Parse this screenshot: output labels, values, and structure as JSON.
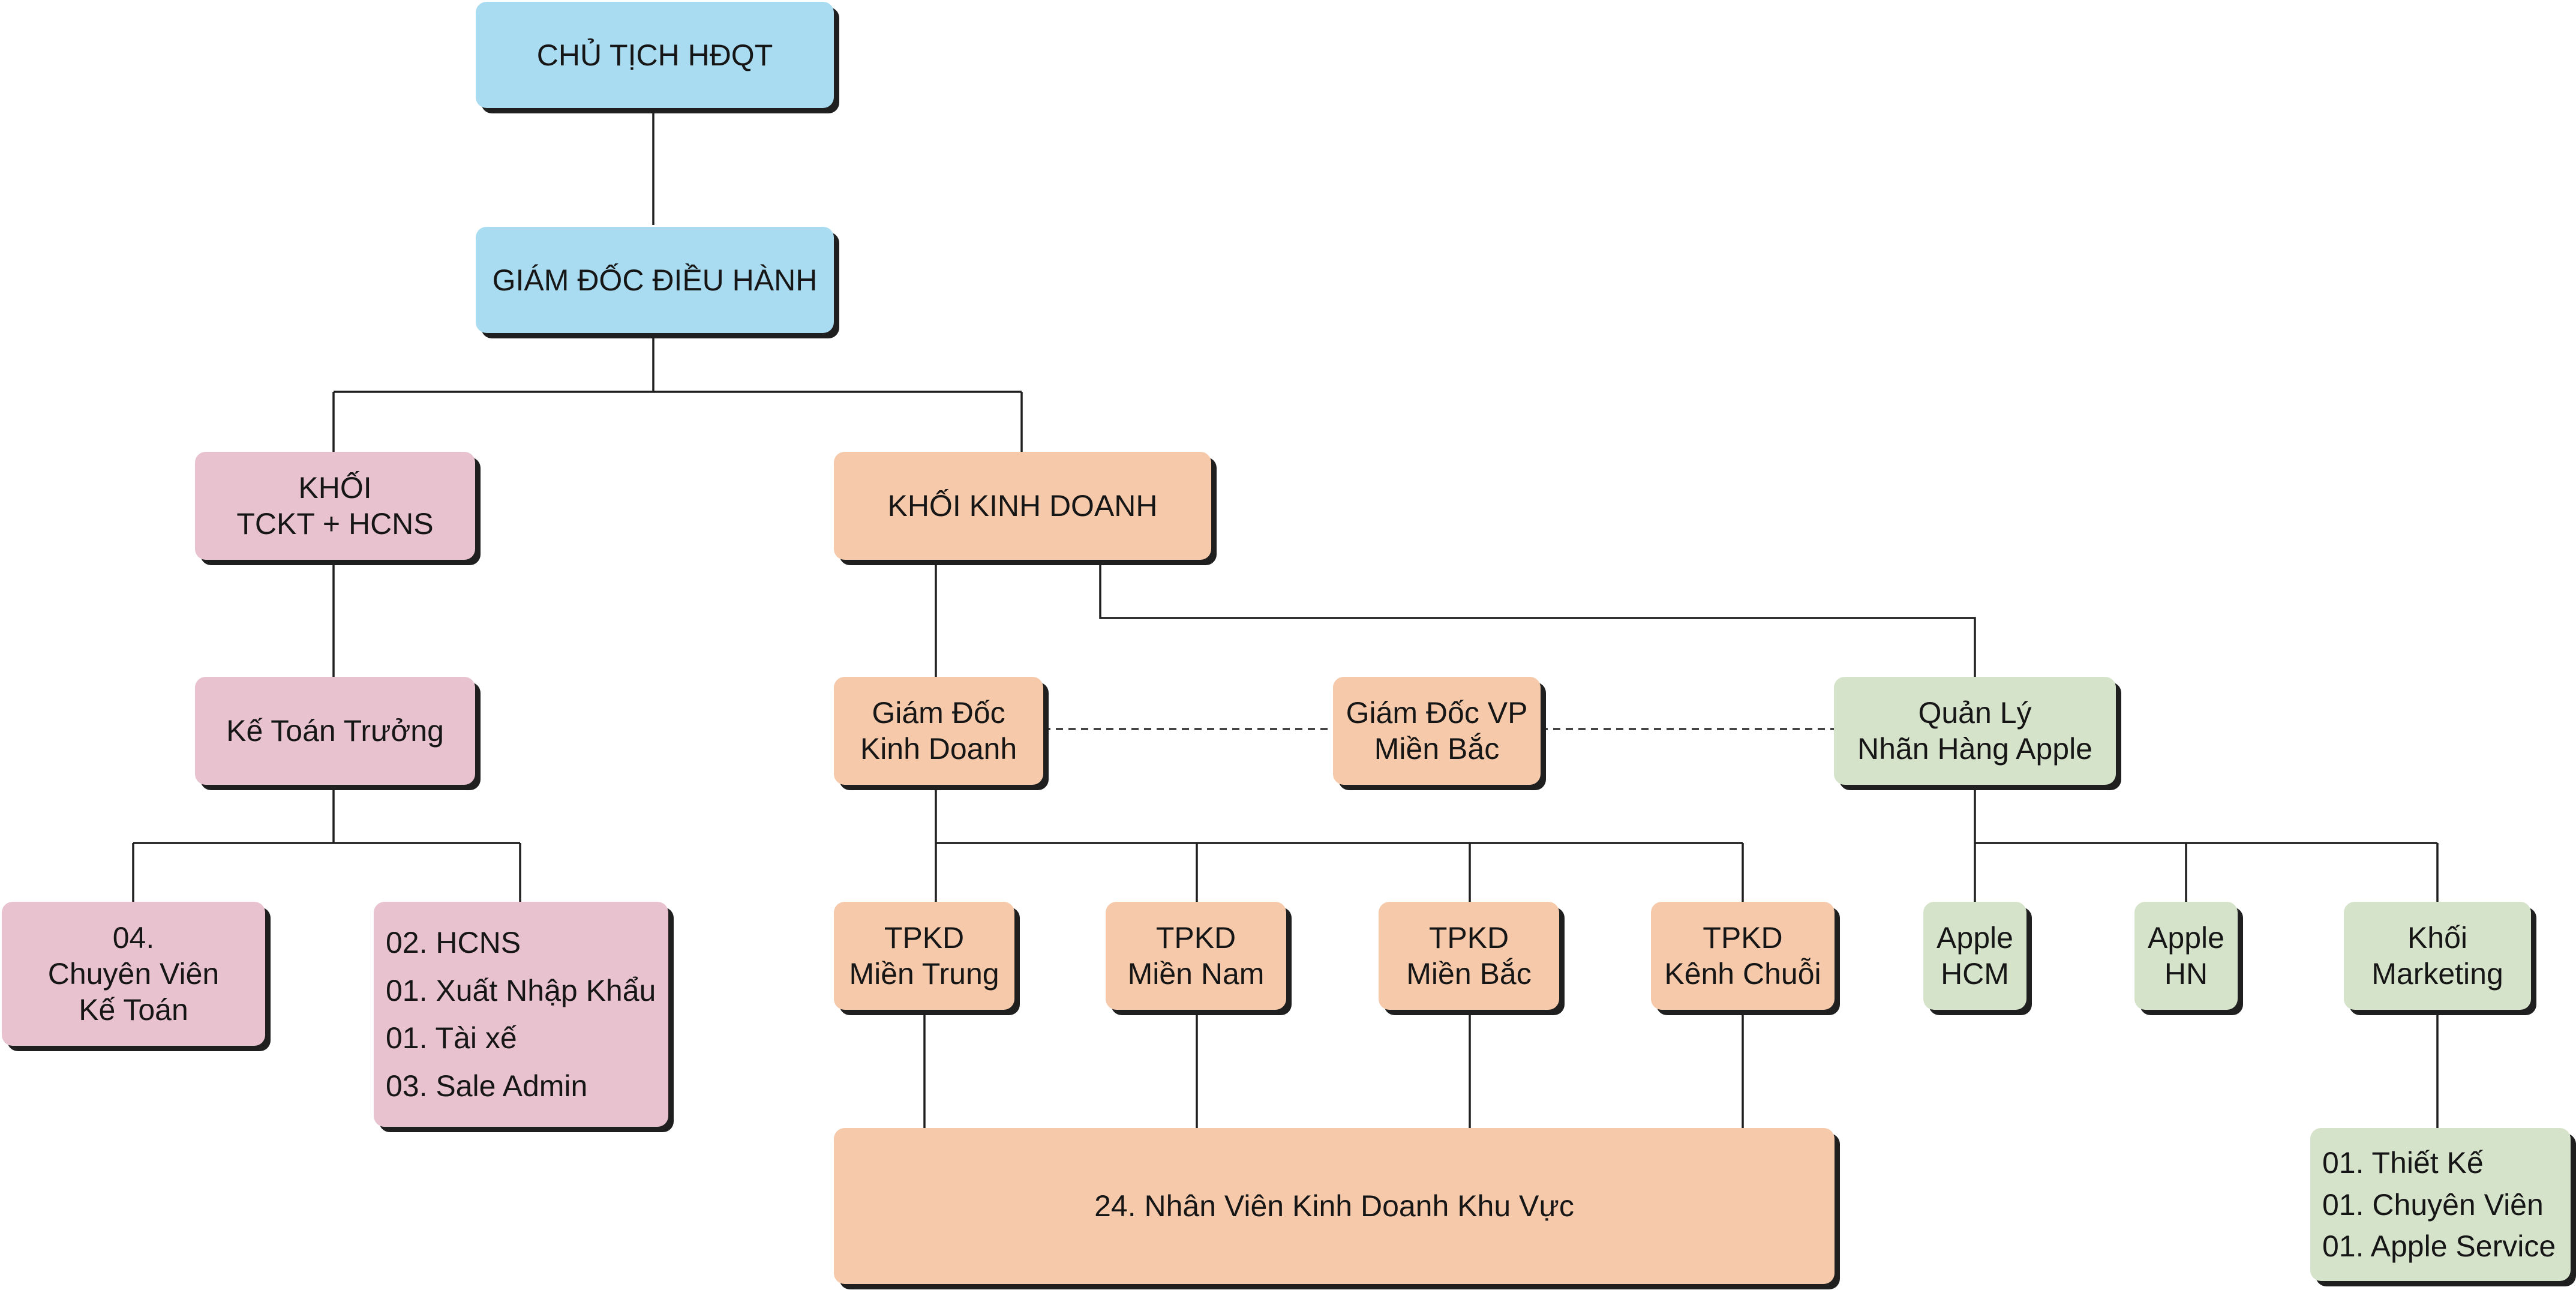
{
  "colors": {
    "blue": "#a9dcf0",
    "pink": "#e8c2ce",
    "orange": "#f6c9aa",
    "green": "#d6e3cb",
    "line": "#1f1f1f",
    "shadow": "#1f1f1f"
  },
  "nodes": {
    "chairman": {
      "lines": [
        "CHỦ TỊCH HĐQT"
      ]
    },
    "ceo": {
      "lines": [
        "GIÁM ĐỐC ĐIỀU HÀNH"
      ]
    },
    "admin_block": {
      "lines": [
        "KHỐI",
        "TCKT + HCNS"
      ]
    },
    "business_block": {
      "lines": [
        "KHỐI KINH DOANH"
      ]
    },
    "chief_accountant": {
      "lines": [
        "Kế Toán Trưởng"
      ]
    },
    "accounting_staff": {
      "lines": [
        "04.",
        "Chuyên Viên",
        "Kế Toán"
      ]
    },
    "admin_staff": {
      "lines": [
        "02. HCNS",
        "01. Xuất Nhập Khẩu",
        "01. Tài xế",
        "03. Sale Admin"
      ]
    },
    "sales_director": {
      "lines": [
        "Giám Đốc",
        "Kinh Doanh"
      ]
    },
    "north_office_director": {
      "lines": [
        "Giám Đốc VP",
        "Miền Bắc"
      ]
    },
    "apple_brand_manager": {
      "lines": [
        "Quản Lý",
        "Nhãn Hàng Apple"
      ]
    },
    "tpkd_central": {
      "lines": [
        "TPKD",
        "Miền Trung"
      ]
    },
    "tpkd_south": {
      "lines": [
        "TPKD",
        "Miền Nam"
      ]
    },
    "tpkd_north": {
      "lines": [
        "TPKD",
        "Miền Bắc"
      ]
    },
    "tpkd_chain": {
      "lines": [
        "TPKD",
        "Kênh Chuỗi"
      ]
    },
    "apple_hcm": {
      "lines": [
        "Apple",
        "HCM"
      ]
    },
    "apple_hn": {
      "lines": [
        "Apple",
        "HN"
      ]
    },
    "marketing_block": {
      "lines": [
        "Khối",
        "Marketing"
      ]
    },
    "regional_sales_staff": {
      "lines": [
        "24. Nhân Viên Kinh Doanh Khu Vực"
      ]
    },
    "marketing_staff": {
      "lines": [
        "01. Thiết Kế",
        "01. Chuyên Viên",
        "01. Apple Service"
      ]
    }
  }
}
